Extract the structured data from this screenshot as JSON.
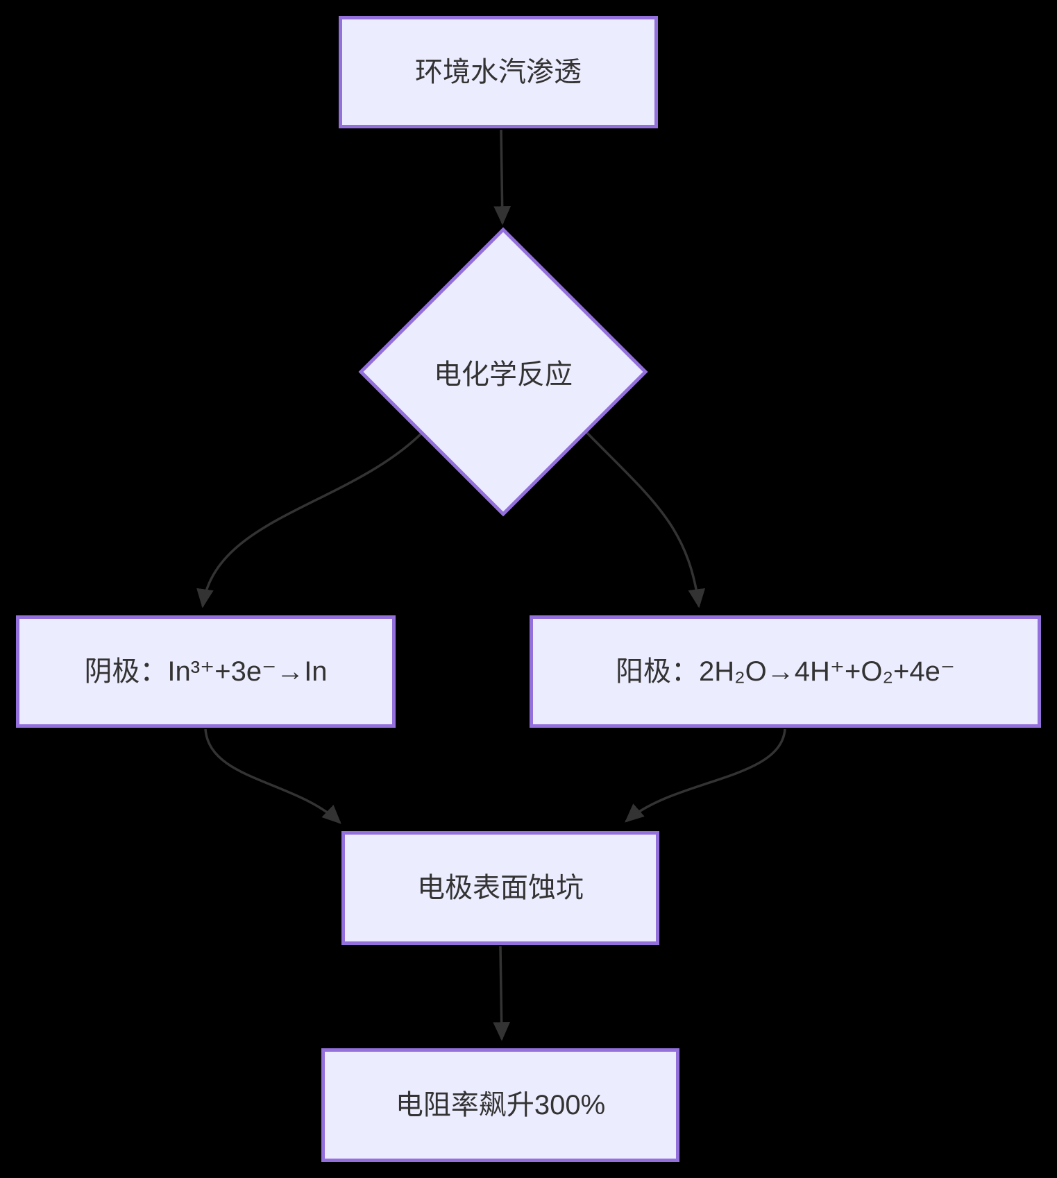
{
  "flowchart": {
    "background_color": "#000000",
    "node_fill_color": "#ECECFF",
    "node_border_color": "#9370DB",
    "edge_color": "#333333",
    "text_color": "#333333",
    "nodes": [
      {
        "id": "A",
        "shape": "rectangle",
        "label": "环境水汽渗透"
      },
      {
        "id": "B",
        "shape": "diamond",
        "label": "电化学反应"
      },
      {
        "id": "C",
        "shape": "rectangle",
        "label": "阴极：In³⁺+3e⁻→In"
      },
      {
        "id": "D",
        "shape": "rectangle",
        "label": "阳极：2H₂O→4H⁺+O₂+4e⁻"
      },
      {
        "id": "E",
        "shape": "rectangle",
        "label": "电极表面蚀坑"
      },
      {
        "id": "F",
        "shape": "rectangle",
        "label": "电阻率飙升300%"
      }
    ],
    "edges": [
      {
        "from": "环境水汽渗透",
        "to": "电化学反应"
      },
      {
        "from": "电化学反应",
        "to": "阴极：In³⁺+3e⁻→In"
      },
      {
        "from": "电化学反应",
        "to": "阳极：2H₂O→4H⁺+O₂+4e⁻"
      },
      {
        "from": "阴极：In³⁺+3e⁻→In",
        "to": "电极表面蚀坑"
      },
      {
        "from": "阳极：2H₂O→4H⁺+O₂+4e⁻",
        "to": "电极表面蚀坑"
      },
      {
        "from": "电极表面蚀坑",
        "to": "电阻率飙升300%"
      }
    ]
  }
}
